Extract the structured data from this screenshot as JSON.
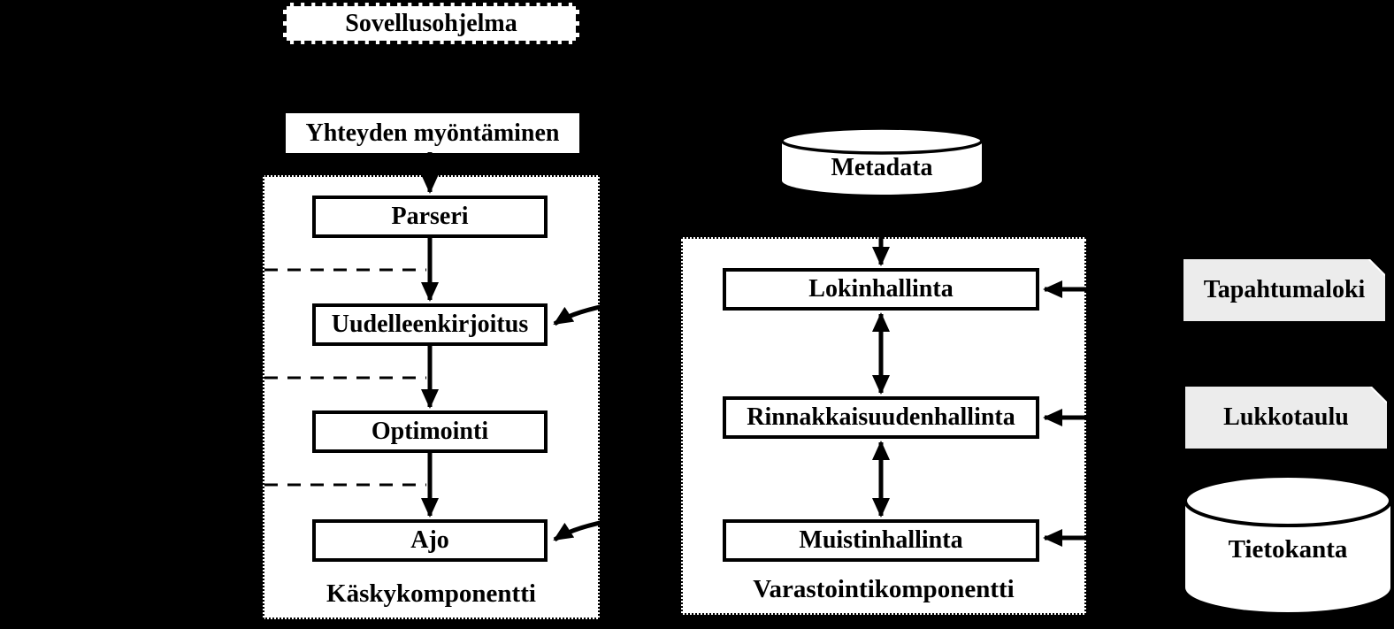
{
  "nodes": {
    "application": "Sovellusohjelma",
    "connection_grant": "Yhteyden myöntäminen",
    "metadata": "Metadata",
    "transaction_log": "Tapahtumaloki",
    "lock_table": "Lukkotaulu",
    "database": "Tietokanta"
  },
  "command_component": {
    "title": "Käskykomponentti",
    "stages": [
      "Parseri",
      "Uudelleenkirjoitus",
      "Optimointi",
      "Ajo"
    ]
  },
  "storage_component": {
    "title": "Varastointikomponentti",
    "modules": [
      "Lokinhallinta",
      "Rinnakkaisuudenhallinta",
      "Muistinhallinta"
    ]
  },
  "colors": {
    "background": "#000000",
    "box_fill": "#ffffff",
    "box_border": "#000000",
    "note_fill": "#ececec",
    "text": "#000000"
  }
}
